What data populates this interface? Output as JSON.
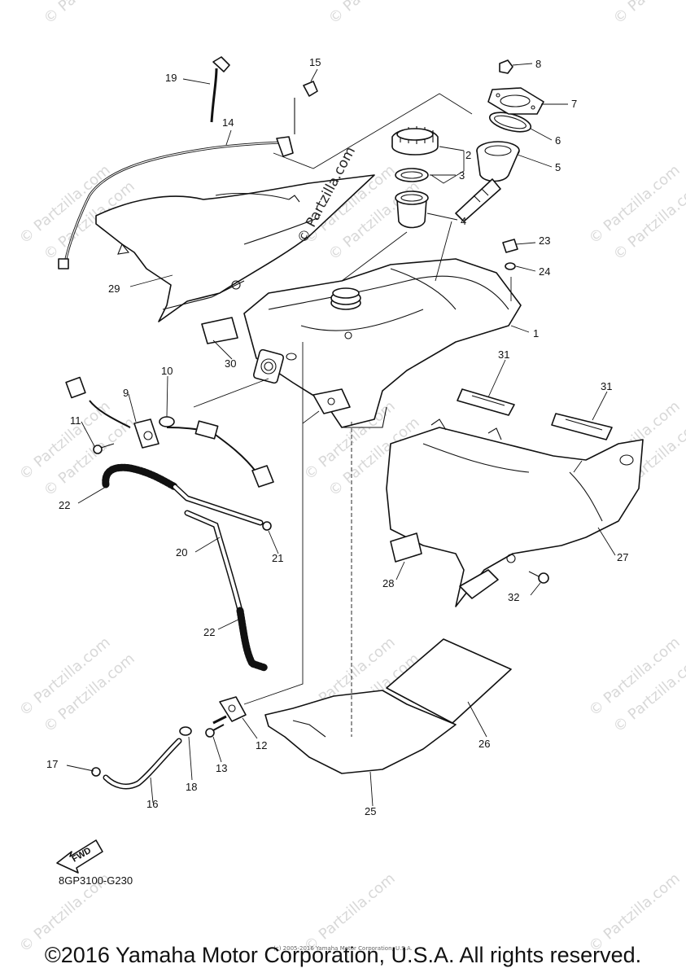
{
  "watermark": {
    "text": "© Partzilla.com"
  },
  "callouts": [
    "1",
    "2",
    "3",
    "4",
    "5",
    "6",
    "7",
    "8",
    "9",
    "10",
    "11",
    "12",
    "13",
    "14",
    "15",
    "16",
    "17",
    "18",
    "19",
    "20",
    "21",
    "22",
    "22",
    "23",
    "24",
    "25",
    "26",
    "27",
    "28",
    "29",
    "30",
    "31",
    "31",
    "32"
  ],
  "fwd_label": "FWD",
  "diagram_code": "8GP3100-G230",
  "small_copyright": "(c) 2005-2016 Yamaha Motor Corporation, U.S.A.",
  "copyright": "©2016 Yamaha Motor Corporation, U.S.A. All rights reserved."
}
